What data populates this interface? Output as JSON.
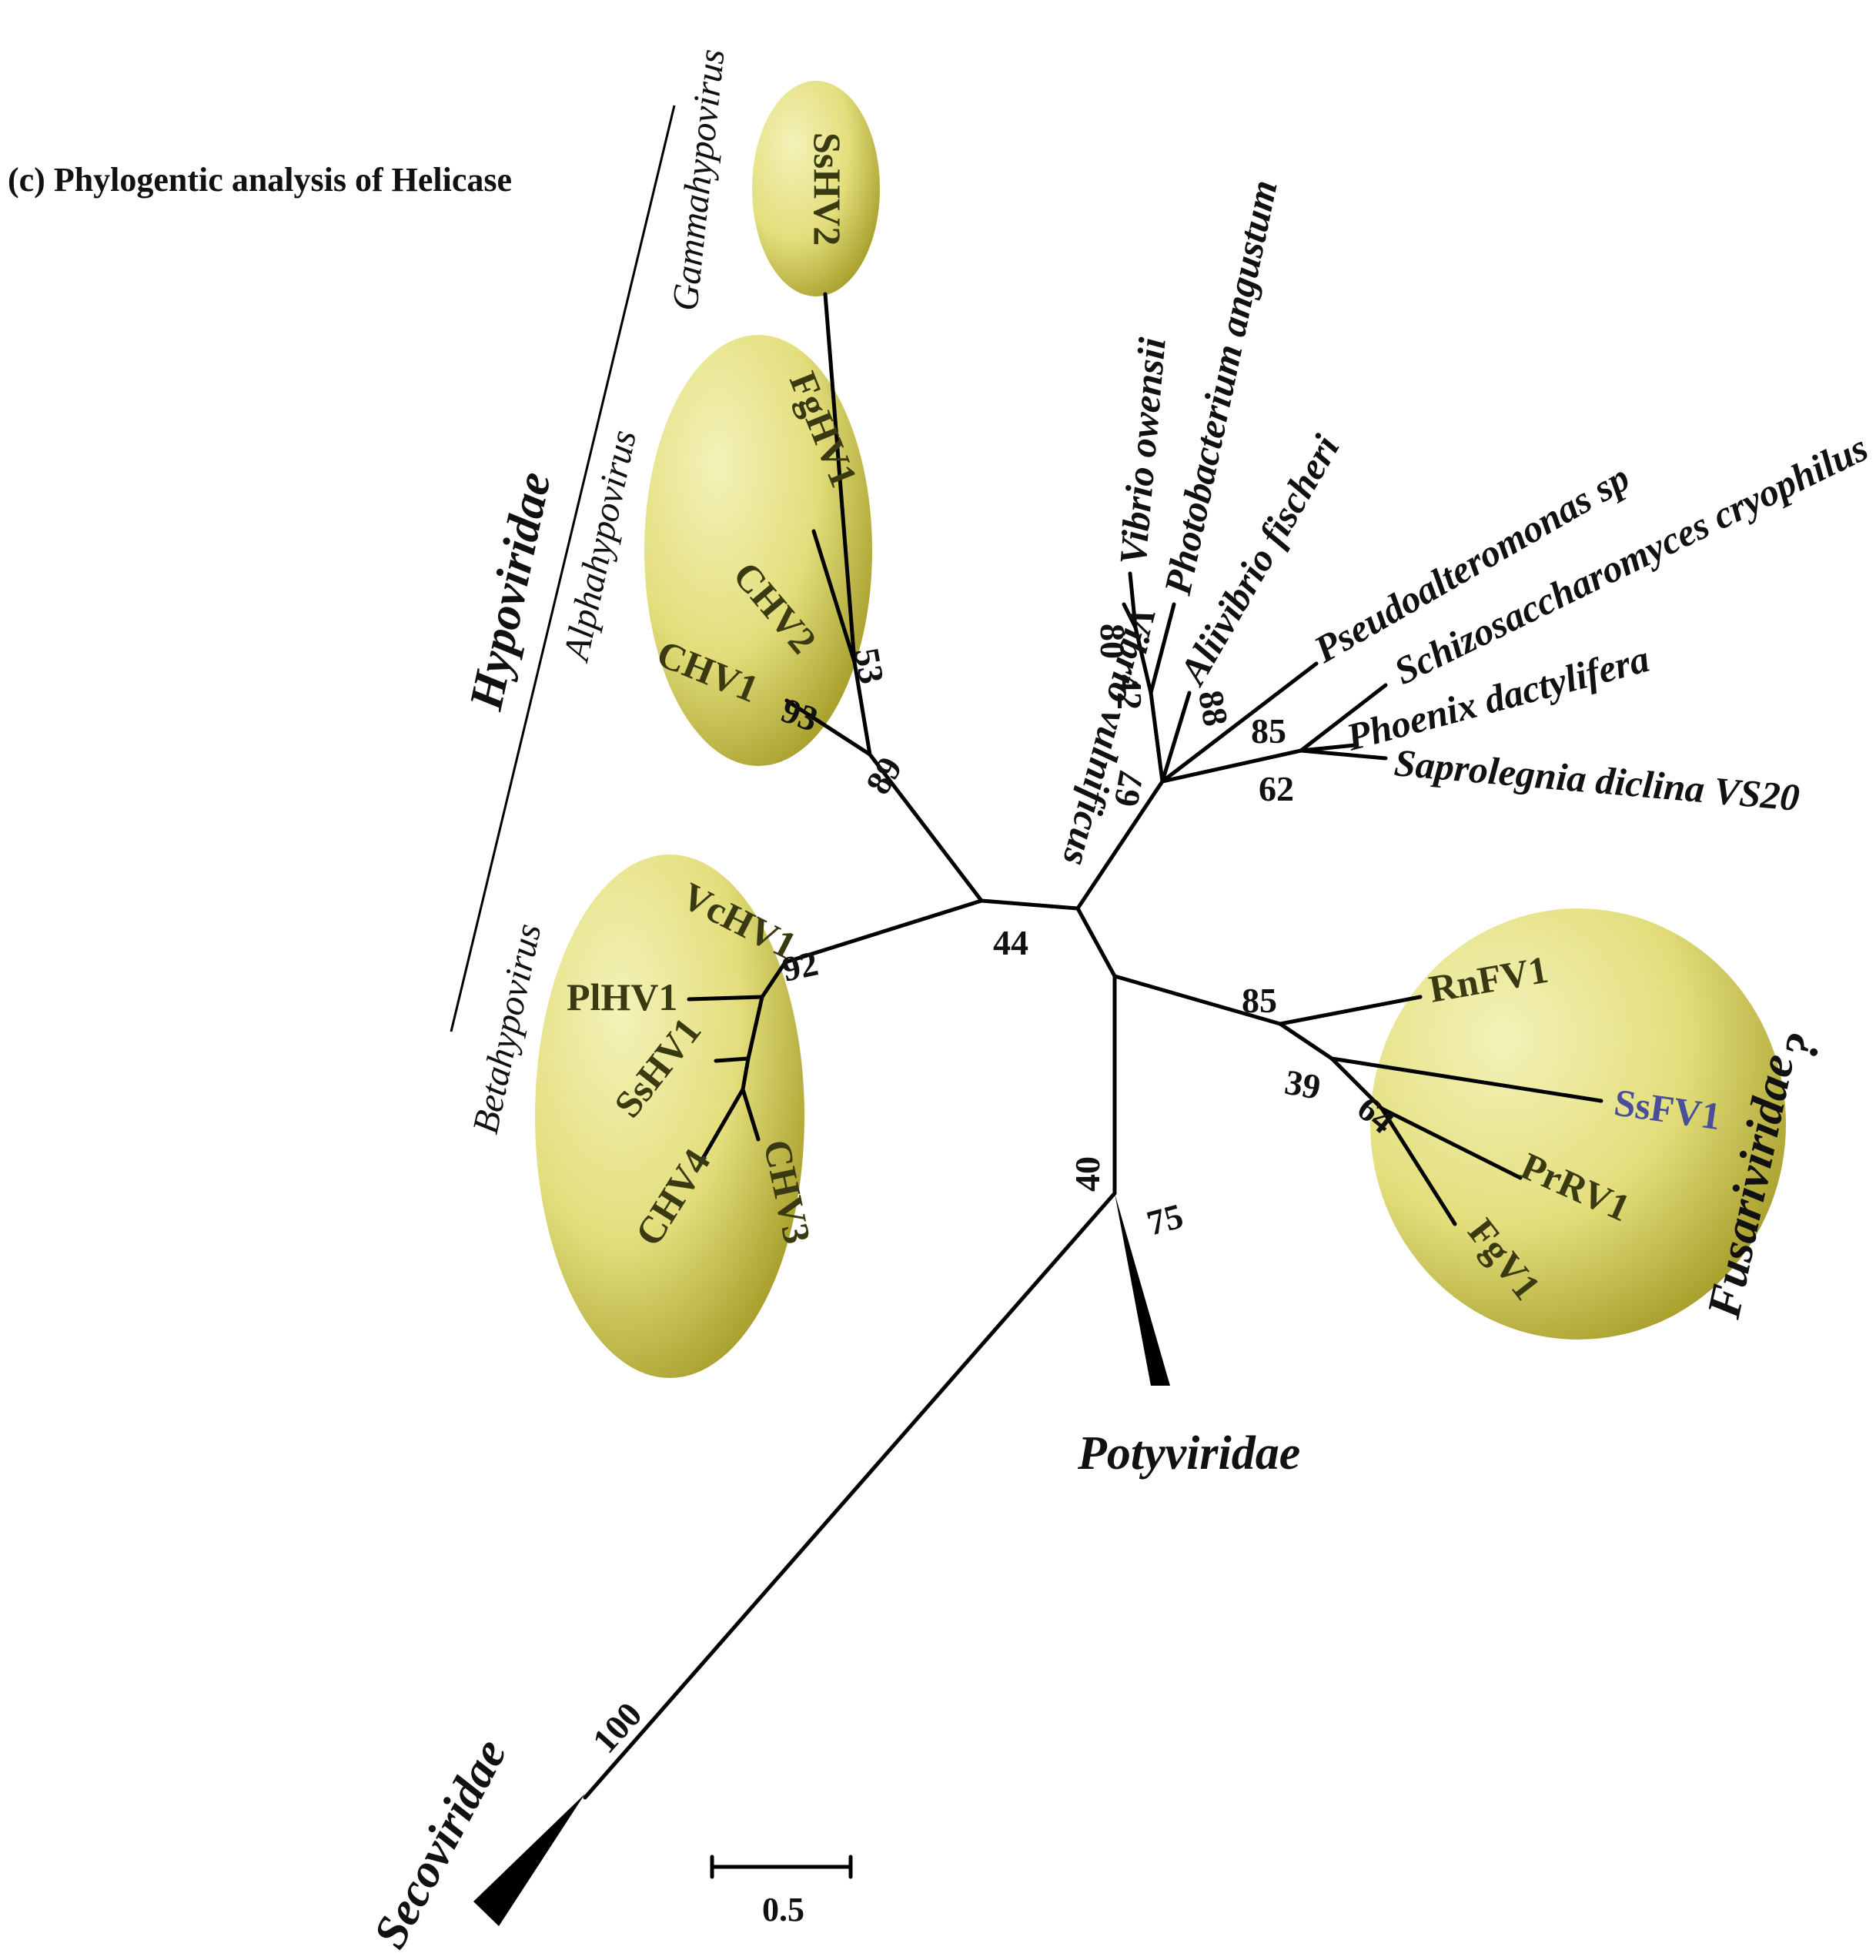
{
  "title": "(c) Phylogentic analysis of Helicase",
  "bacterial_labels": {
    "vibrio_vulnificus": "Vibrio vulnificus",
    "vibrio_owensii": "Vibrio owensii",
    "photobacterium": "Photobacterium angustum",
    "aliivibrio": "Aliivibrio fischeri",
    "pseudoalteromonas": "Pseudoalteromonas sp",
    "schizosaccharomyces": "Schizosaccharomyces cryophilus",
    "phoenix": "Phoenix dactylifera",
    "saprolegnia": "Saprolegnia diclina VS20"
  },
  "hypo_labels": {
    "sshv2": "SsHV2",
    "fghv1": "FgHV1",
    "chv2": "CHV2",
    "chv1": "CHV1",
    "vchv1": "VcHV1",
    "plhv1": "PlHV1",
    "sshv1": "SsHV1",
    "chv4": "CHV4",
    "chv3": "CHV3"
  },
  "fusari_labels": {
    "rnfv1": "RnFV1",
    "ssfv1": "SsFV1",
    "prrv1": "PrRV1",
    "fgv1": "FgV1"
  },
  "bootstrap": {
    "b53": "53",
    "b93": "93",
    "b89": "89",
    "b44": "44",
    "b92": "92",
    "b80": "80",
    "b42": "42",
    "b88": "88",
    "b67": "67",
    "b85a": "85",
    "b62": "62",
    "b85b": "85",
    "b39": "39",
    "b64": "64",
    "b40": "40",
    "b75": "75",
    "b100": "100"
  },
  "groups": {
    "gammahypovirus": "Gammahypovirus",
    "alphahypovirus": "Alphahypovirus",
    "betahypovirus": "Betahypovirus",
    "hypoviridae": "Hypoviridae",
    "fusariviridae": "Fusariviridae",
    "fusariviridae_q": "?",
    "potyviridae": "Potyviridae",
    "secoviridae": "Secoviridae"
  },
  "scale_bar": {
    "label": "0.5"
  },
  "colors": {
    "ellipse_light": "#f3f2b8",
    "ellipse_mid": "#e3de7c",
    "ellipse_dark": "#a39a25",
    "highlight_text": "#4a4f9a",
    "clade_text": "#3a3a12"
  }
}
